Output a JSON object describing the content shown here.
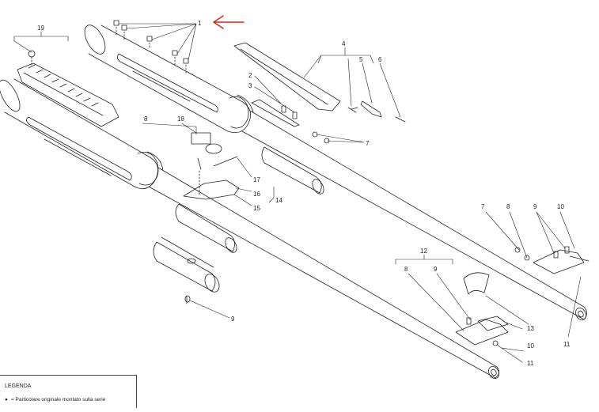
{
  "diagram": {
    "callouts": {
      "c1": "1",
      "c2": "2",
      "c3": "3",
      "c4": "4",
      "c5": "5",
      "c6": "6",
      "c7a": "7",
      "c7b": "7",
      "c8a": "8",
      "c8b": "8",
      "c8c": "8",
      "c9a": "9",
      "c9b": "9",
      "c9c": "9",
      "c10a": "10",
      "c10b": "10",
      "c11a": "11",
      "c11b": "11",
      "c12": "12",
      "c13": "13",
      "c14": "14",
      "c15": "15",
      "c16": "16",
      "c17": "17",
      "c18": "18",
      "c19": "19"
    },
    "highlight_arrow_color": "#d0281c",
    "line_color": "#222222"
  },
  "legend": {
    "title": "LEGENDA",
    "symbol": "●",
    "entry_separator": "=",
    "entry_text": "Particolare originale montato sulla serie"
  }
}
